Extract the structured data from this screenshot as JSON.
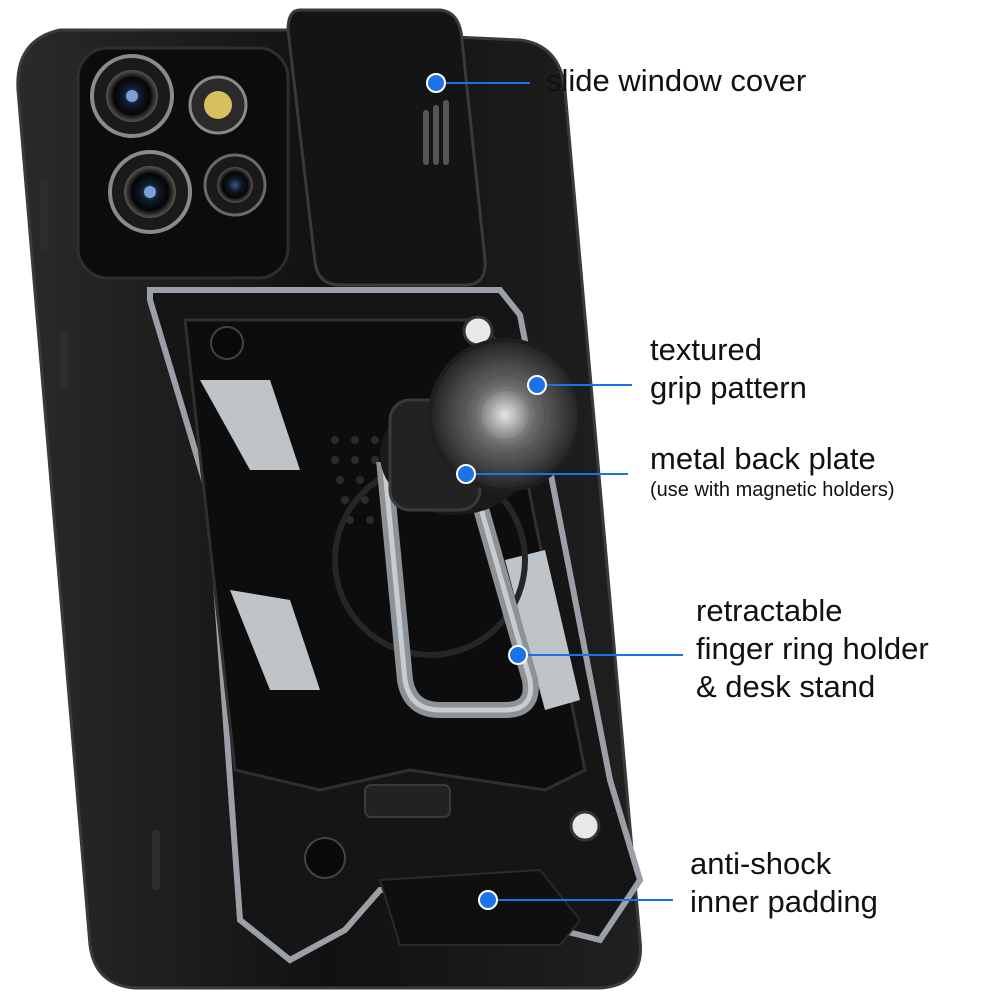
{
  "colors": {
    "background": "#ffffff",
    "case_black": "#121212",
    "accent_blue": "#1a73e8",
    "silver": "#bfc4c8",
    "label_text": "#111111"
  },
  "callouts": [
    {
      "id": "slide-window-cover",
      "lines": [
        "slide window cover"
      ]
    },
    {
      "id": "textured-grip",
      "lines": [
        "textured",
        "grip pattern"
      ]
    },
    {
      "id": "metal-back-plate",
      "lines": [
        "metal back plate"
      ],
      "sub": "(use with magnetic holders)"
    },
    {
      "id": "ring-holder",
      "lines": [
        "retractable",
        "finger ring holder",
        "& desk stand"
      ]
    },
    {
      "id": "anti-shock",
      "lines": [
        "anti-shock",
        "inner padding"
      ]
    }
  ],
  "icons": [
    "camera-lens-icon",
    "slide-cover-icon",
    "finger-ring-icon",
    "callout-dot-icon"
  ]
}
